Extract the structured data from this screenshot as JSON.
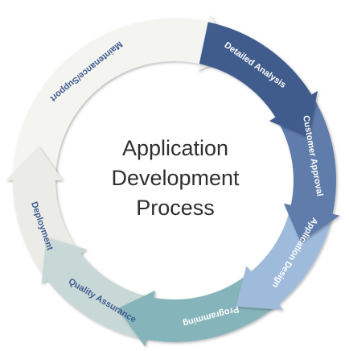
{
  "title": {
    "line1": "Application",
    "line2": "Development",
    "line3": "Process"
  },
  "segments": [
    {
      "label": "Detailed Analysis",
      "fill": "#3f5b8d",
      "text_color": "#ffffff"
    },
    {
      "label": "Customer Approval",
      "fill": "#5f7bab",
      "text_color": "#ffffff"
    },
    {
      "label": "Application Design",
      "fill": "#9fbbdc",
      "text_color": "#ffffff"
    },
    {
      "label": "Programming",
      "fill": "#86b4bb",
      "text_color": "#ffffff"
    },
    {
      "label": "Quality Assurance",
      "fill": "#c8d8d6",
      "text_color": "#3f5b8d"
    },
    {
      "label": "Deployment",
      "fill": "#ebebe8",
      "text_color": "#3f5b8d"
    },
    {
      "label": "Maintenance/Support",
      "fill": "#f4f4f1",
      "text_color": "#3f5b8d"
    }
  ]
}
